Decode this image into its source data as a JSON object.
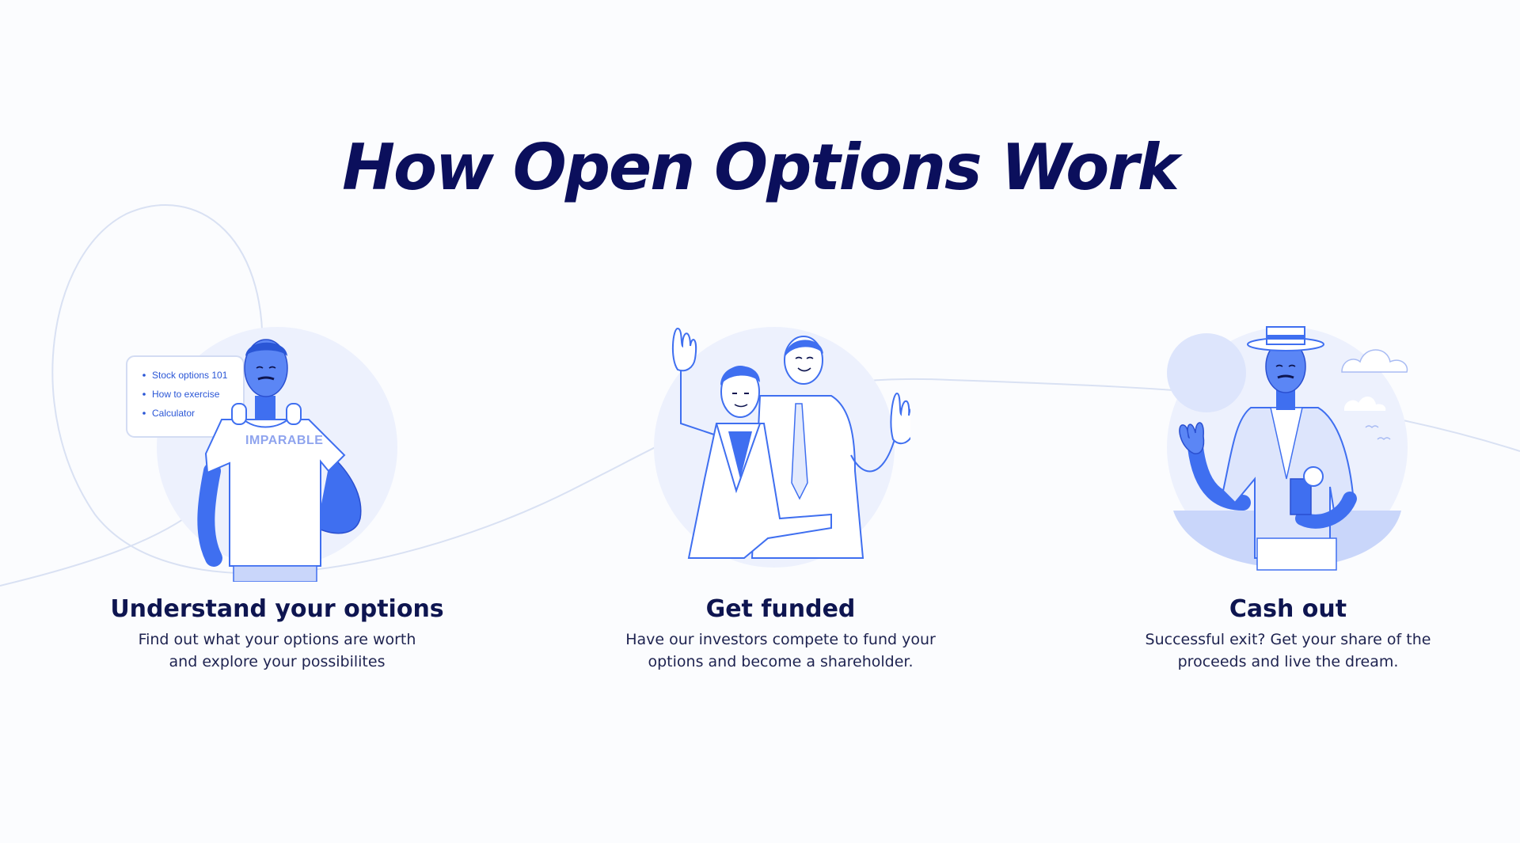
{
  "heading": "How Open Options Work",
  "steps": [
    {
      "title": "Understand your options",
      "desc_lines": [
        "Find out what your options are worth",
        "and explore your possibilites"
      ]
    },
    {
      "title": "Get funded",
      "desc_lines": [
        "Have our investors compete to fund your",
        "options and become a shareholder."
      ]
    },
    {
      "title": "Cash out",
      "desc_lines": [
        "Successful exit? Get your share of the",
        "proceeds and live the dream."
      ]
    }
  ],
  "info_panel": {
    "items": [
      "Stock options 101",
      "How to exercise",
      "Calculator"
    ]
  },
  "shirt_text": "IMPARABLE",
  "colors": {
    "heading": "#0b0f5c",
    "accent": "#3f6ff0",
    "circle": "#edf1fd",
    "line": "#d7dff2"
  }
}
